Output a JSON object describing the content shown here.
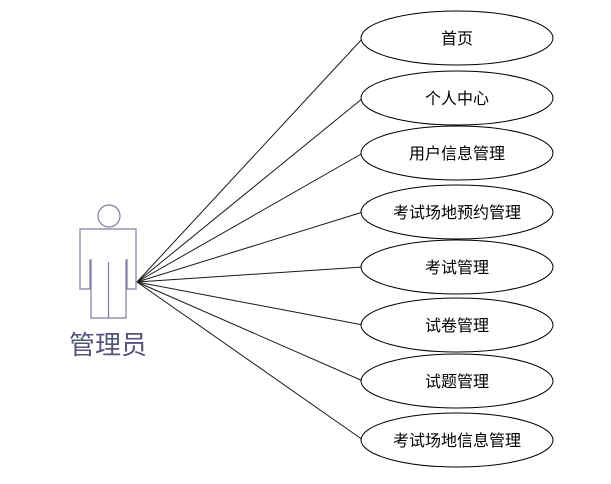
{
  "actor": {
    "label": "管理员",
    "icon": "stick-figure-actor-icon"
  },
  "use_cases": [
    {
      "label": "首页"
    },
    {
      "label": "个人中心"
    },
    {
      "label": "用户信息管理"
    },
    {
      "label": "考试场地预约管理"
    },
    {
      "label": "考试管理"
    },
    {
      "label": "试卷管理"
    },
    {
      "label": "试题管理"
    },
    {
      "label": "考试场地信息管理"
    }
  ]
}
